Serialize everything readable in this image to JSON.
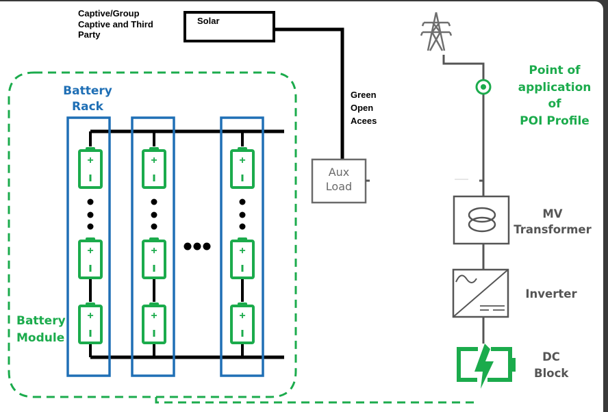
{
  "source_group_label": "Captive/Group Captive and Third Party",
  "source_group_lines": [
    "Captive/Group",
    "Captive and Third",
    "Party"
  ],
  "solar_box": {
    "label": "Solar"
  },
  "green_open_access_lines": [
    "Green",
    "Open",
    "Acees"
  ],
  "aux_load": {
    "lines": [
      "Aux",
      "Load"
    ]
  },
  "poi": {
    "lines": [
      "Point of",
      "application of",
      "POI Profile"
    ]
  },
  "mv_transformer": {
    "lines": [
      "MV",
      "Transformer"
    ]
  },
  "inverter": {
    "label": "Inverter"
  },
  "dc_block": {
    "lines": [
      "DC",
      "Block"
    ]
  },
  "battery_rack": {
    "lines": [
      "Battery",
      "Rack"
    ]
  },
  "battery_module": {
    "lines": [
      "Battery",
      "Module"
    ]
  },
  "battery_symbols": {
    "plus": "+",
    "minus": "|"
  },
  "ellipsis": "•••",
  "colors": {
    "green": "#1bab4c",
    "blue": "#1f6fb5",
    "grey_line": "#555555",
    "black": "#000000"
  }
}
